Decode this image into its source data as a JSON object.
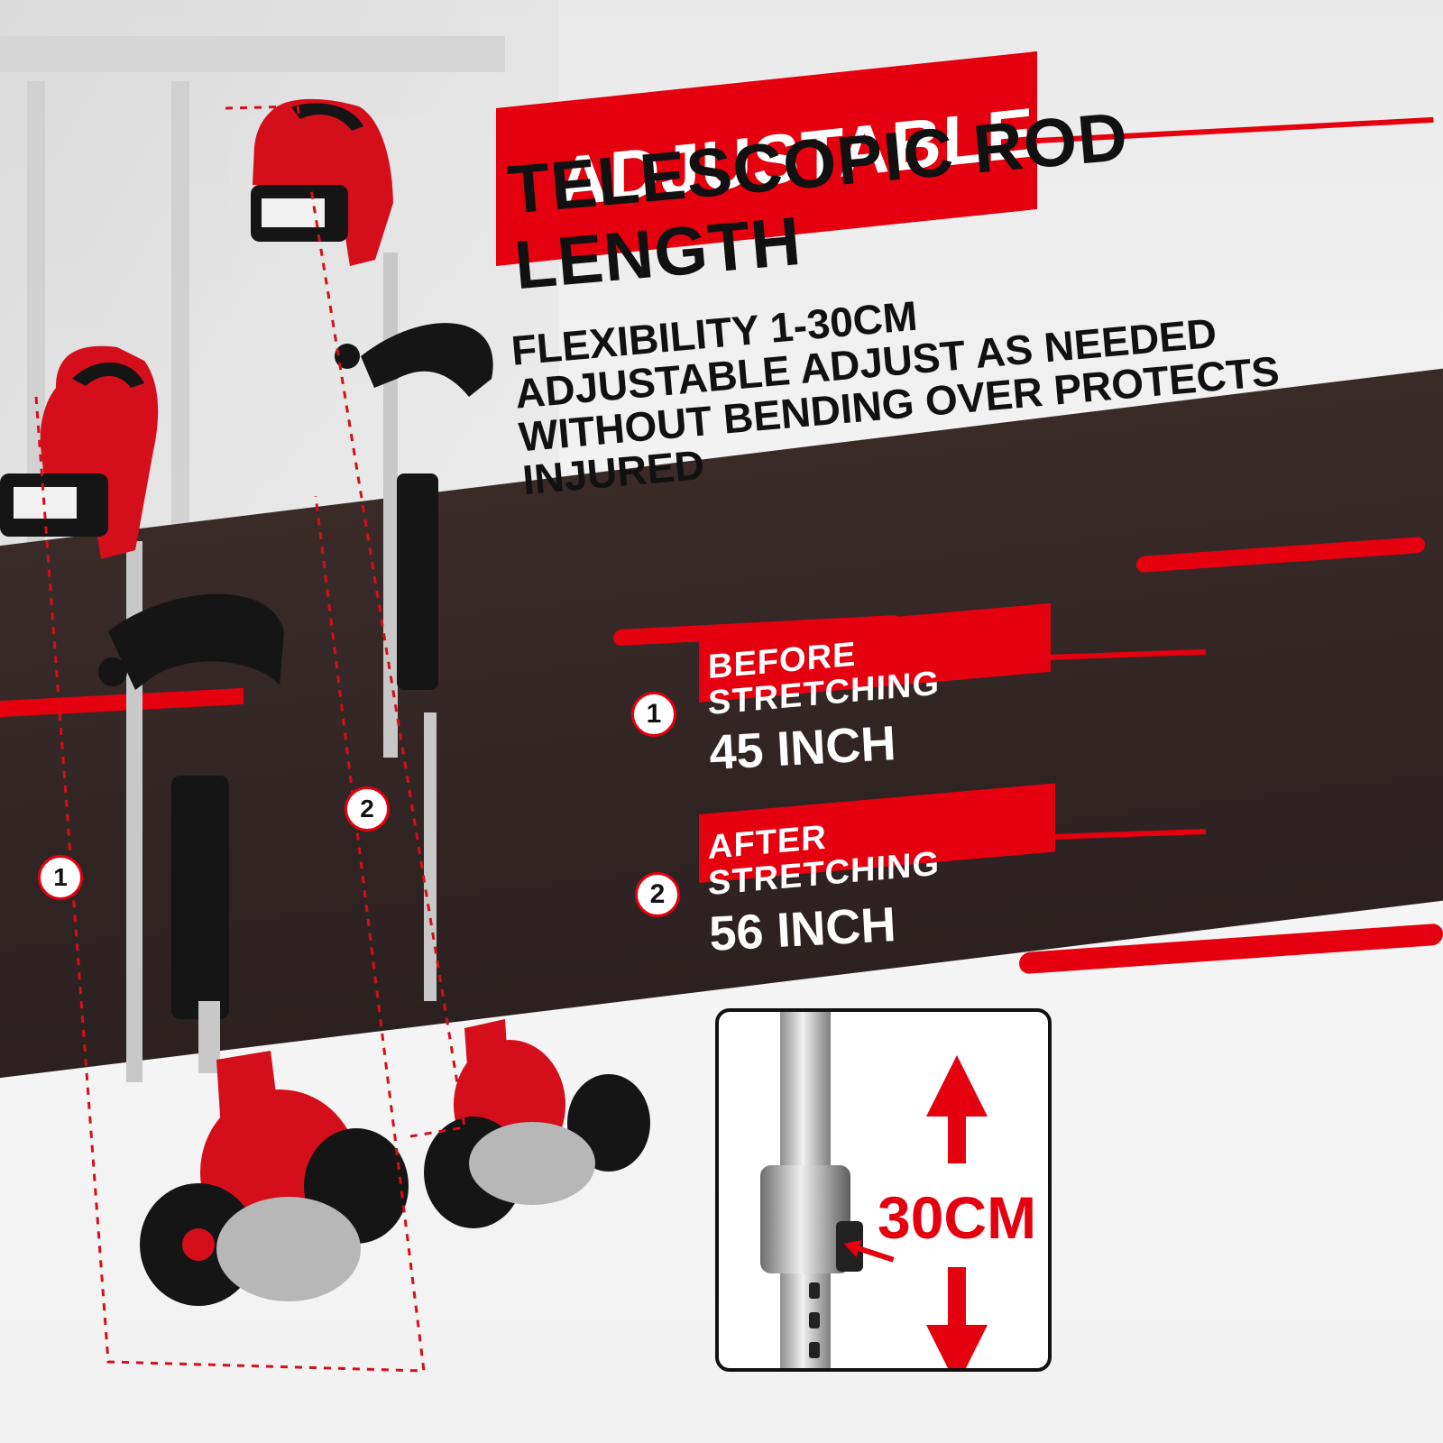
{
  "headline": {
    "tag": "ADJUSTABLE",
    "main": "TELESCOPIC ROD LENGTH"
  },
  "description": {
    "line1": "FLEXIBILITY 1-30CM",
    "line2": "ADJUSTABLE ADJUST AS NEEDED",
    "line3": "WITHOUT BENDING OVER PROTECTS INJURED"
  },
  "specs": [
    {
      "number": "1",
      "label": "BEFORE STRETCHING",
      "value": "45 INCH"
    },
    {
      "number": "2",
      "label": "AFTER STRETCHING",
      "value": "56 INCH"
    }
  ],
  "product_markers": [
    "1",
    "2"
  ],
  "inset": {
    "label": "30CM"
  },
  "colors": {
    "accent": "#e4000f",
    "dark_band": "#2b2120",
    "text_dark": "#111111",
    "text_light": "#ffffff"
  }
}
